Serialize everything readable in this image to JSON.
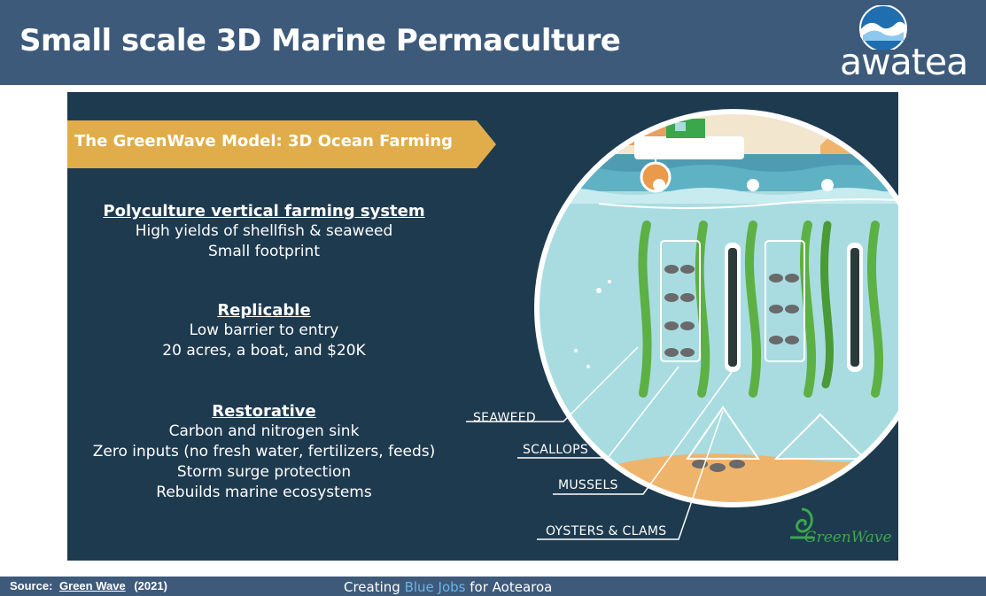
{
  "header": {
    "title": "Small scale 3D Marine Permaculture",
    "logo_text": "awatea"
  },
  "poster": {
    "banner": "The GreenWave Model: 3D Ocean Farming",
    "sections": [
      {
        "heading": "Polyculture vertical farming system",
        "lines": [
          "High yields of shellfish & seaweed",
          "Small footprint"
        ]
      },
      {
        "heading": "Replicable",
        "lines": [
          "Low barrier to entry",
          "20 acres, a boat, and $20K"
        ]
      },
      {
        "heading": "Restorative",
        "lines": [
          "Carbon and nitrogen sink",
          "Zero inputs (no fresh water, fertilizers, feeds)",
          "Storm surge protection",
          "Rebuilds marine ecosystems"
        ]
      }
    ],
    "callouts": {
      "seaweed": "SEAWEED",
      "scallops": "SCALLOPS",
      "mussels": "MUSSELS",
      "oysters": "OYSTERS & CLAMS"
    },
    "brand": "GreenWave"
  },
  "footer": {
    "source_label": "Source:",
    "source_link": "Green Wave",
    "source_year": "(2021)",
    "tagline_pre": "Creating",
    "tagline_accent": "Blue Jobs",
    "tagline_post": "for Aotearoa"
  },
  "colors": {
    "header_bg": "#3d5a7a",
    "poster_bg": "#1e3a4f",
    "banner": "#e0ad4a",
    "water": "#a9dce0",
    "seaweed": "#5db044",
    "accent_blue": "#6ab4e8"
  }
}
